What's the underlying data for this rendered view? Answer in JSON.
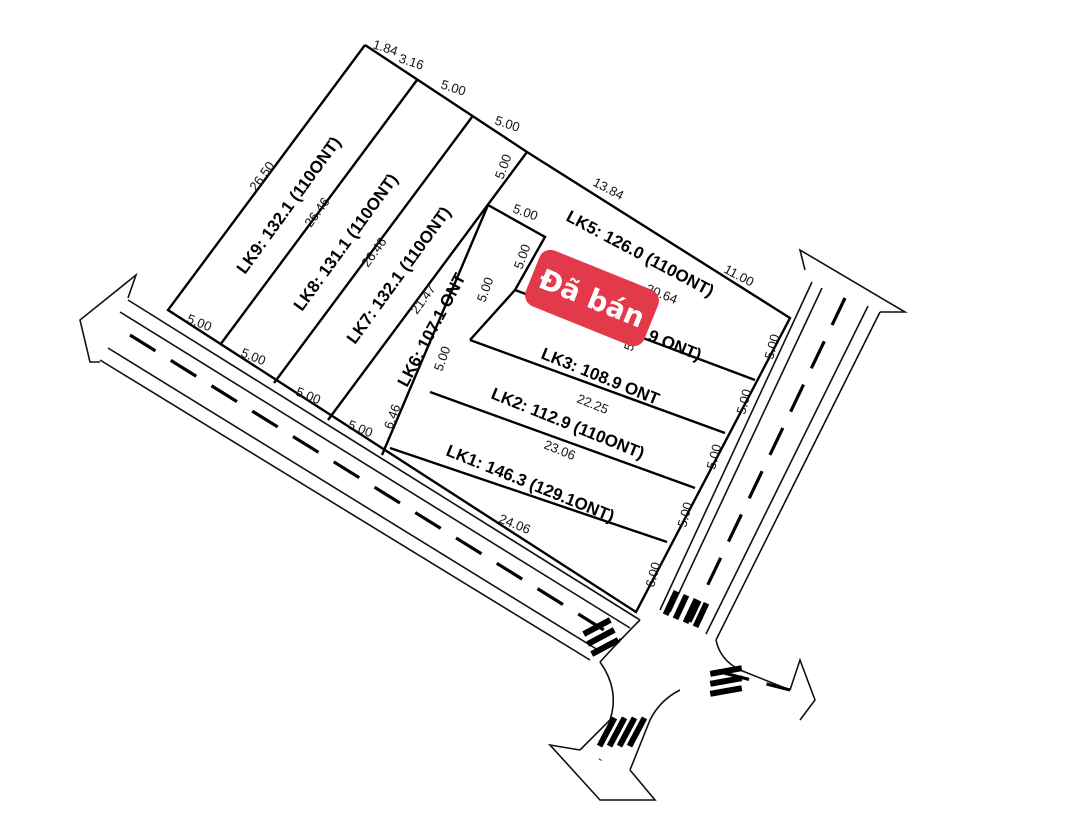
{
  "lots": [
    {
      "id": "lk9",
      "label": "LK9: 132.1 (110ONT)"
    },
    {
      "id": "lk8",
      "label": "LK8: 131.1 (110ONT)"
    },
    {
      "id": "lk7",
      "label": "LK7: 132.1 (110ONT)"
    },
    {
      "id": "lk6",
      "label": "LK6: 107.1 ONT"
    },
    {
      "id": "lk5",
      "label": "LK5: 126.0 (110ONT)"
    },
    {
      "id": "lk4",
      "label": "9 ONT)"
    },
    {
      "id": "lk3",
      "label": "LK3: 108.9 ONT"
    },
    {
      "id": "lk2",
      "label": "LK2: 112.9 (110ONT)"
    },
    {
      "id": "lk1",
      "label": "LK1: 146.3 (129.1ONT)"
    }
  ],
  "dimensions": {
    "top_a": "1.84",
    "top_b": "3.16",
    "top_c": "5.00",
    "top_d": "5.00",
    "lk9_side": "26.50",
    "lk8_side": "26.46",
    "lk7_side": "26.46",
    "lk6_side": "21.47",
    "lk6_top": "5.00",
    "lk5_notch_side": "5.00",
    "lk5_notch_top": "5.00",
    "lk5_top": "13.84",
    "lk5_top2": "11.00",
    "lk4_side": "20.64",
    "lk3_side": "22.25",
    "lk2_side": "23.06",
    "lk1_bottom": "24.06",
    "right_1": "5.00",
    "right_2": "5.00",
    "right_3": "5.00",
    "right_4": "5.00",
    "right_5": "6.00",
    "front_9": "5.00",
    "front_8": "5.00",
    "front_7": "5.00",
    "front_6": "5.00",
    "lk6_front2": "5.00",
    "lk6_front3": "6.46",
    "lk6_inner1": "5.00",
    "lk6_inner2": "5.00",
    "lk4_partial": "5"
  },
  "badge": {
    "text": "Đã bán",
    "color": "#e23a4a"
  },
  "colors": {
    "line": "#000000",
    "background": "#ffffff"
  }
}
